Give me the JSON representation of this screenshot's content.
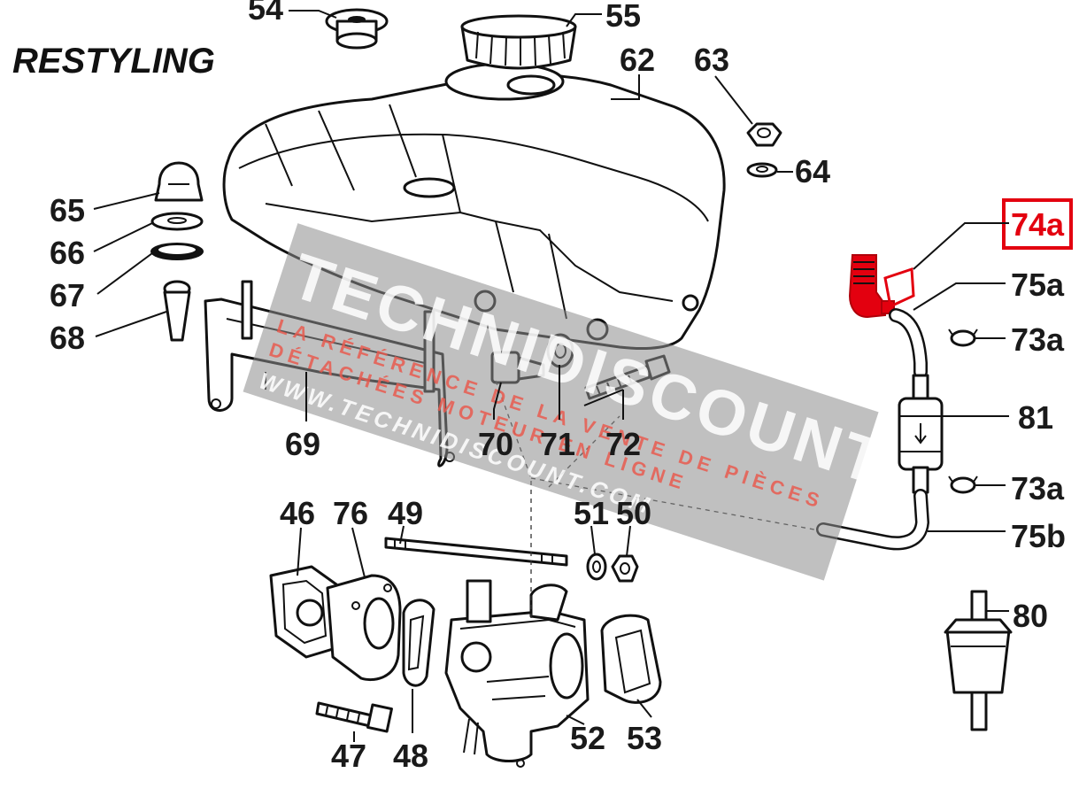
{
  "title": "RESTYLING",
  "highlight": {
    "label": "74a",
    "color": "#e3000f"
  },
  "callouts": [
    {
      "id": "c54",
      "text": "54"
    },
    {
      "id": "c55",
      "text": "55"
    },
    {
      "id": "c62",
      "text": "62"
    },
    {
      "id": "c63",
      "text": "63"
    },
    {
      "id": "c64",
      "text": "64"
    },
    {
      "id": "c65",
      "text": "65"
    },
    {
      "id": "c66",
      "text": "66"
    },
    {
      "id": "c67",
      "text": "67"
    },
    {
      "id": "c68",
      "text": "68"
    },
    {
      "id": "c69",
      "text": "69"
    },
    {
      "id": "c70",
      "text": "70"
    },
    {
      "id": "c71",
      "text": "71"
    },
    {
      "id": "c72",
      "text": "72"
    },
    {
      "id": "c75a",
      "text": "75a"
    },
    {
      "id": "c73a1",
      "text": "73a"
    },
    {
      "id": "c81",
      "text": "81"
    },
    {
      "id": "c73a2",
      "text": "73a"
    },
    {
      "id": "c75b",
      "text": "75b"
    },
    {
      "id": "c80",
      "text": "80"
    },
    {
      "id": "c46",
      "text": "46"
    },
    {
      "id": "c76",
      "text": "76"
    },
    {
      "id": "c49",
      "text": "49"
    },
    {
      "id": "c51",
      "text": "51"
    },
    {
      "id": "c50",
      "text": "50"
    },
    {
      "id": "c47",
      "text": "47"
    },
    {
      "id": "c48",
      "text": "48"
    },
    {
      "id": "c52",
      "text": "52"
    },
    {
      "id": "c53",
      "text": "53"
    }
  ],
  "watermark": {
    "brand": "TECHNIDISCOUNT",
    "tagline_1": "LA RÉFÉRENCE DE LA VENTE DE PIÈCES",
    "tagline_2": "DÉTACHÉES MOTEUR EN LIGNE",
    "url": "WWW.TECHNIDISCOUNT.COM",
    "band_color": "#8c8c8c",
    "accent_color": "#e85a4f"
  }
}
